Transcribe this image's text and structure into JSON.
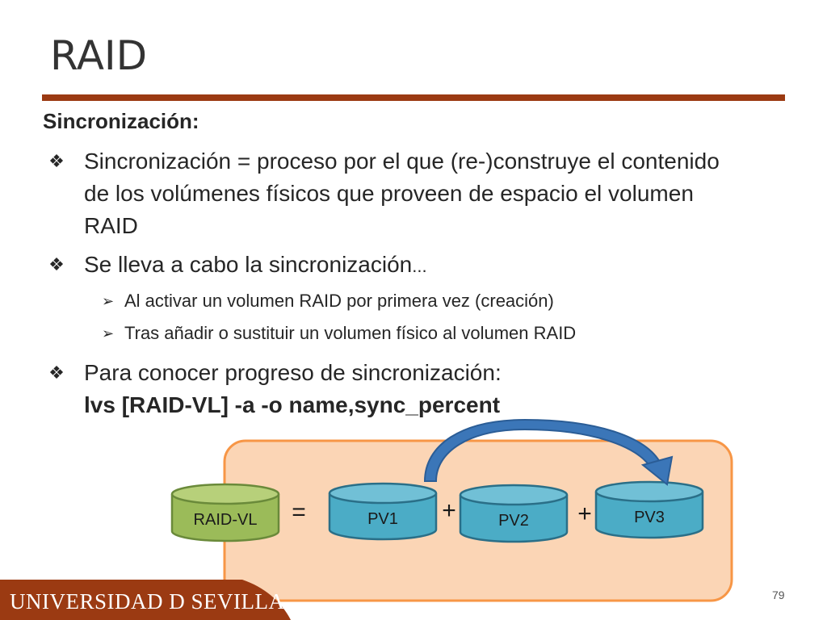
{
  "slide": {
    "title": "RAID",
    "heading": "Sincronización:",
    "bullets": [
      {
        "text": "Sincronización = proceso por el que (re-)construye el contenido de los volúmenes físicos que proveen de espacio el volumen RAID"
      },
      {
        "text": "Se lleva a cabo la sincronización",
        "suffix": "..."
      },
      {
        "text": "Para conocer progreso de sincronización:",
        "command": "lvs [RAID-VL] -a -o name,sync_percent"
      }
    ],
    "subbullets": [
      "Al activar un volumen RAID por primera vez (creación)",
      "Tras añadir o sustituir un volumen físico al volumen RAID"
    ]
  },
  "diagram": {
    "volumes": [
      "RAID-VL",
      "PV1",
      "PV2",
      "PV3"
    ],
    "operators": [
      "=",
      "+",
      "+"
    ]
  },
  "footer": {
    "university": "UNIVERSIDAD D SEVILLA",
    "page_number": "79"
  },
  "colors": {
    "title_rule": "#9b3a12",
    "panel_fill": "#fbd5b5",
    "panel_border": "#f79646",
    "raid_cylinder": "#9bbb59",
    "pv_cylinder": "#4bacc6",
    "arrow": "#2e75b6",
    "footer_band": "#9b3a12"
  }
}
